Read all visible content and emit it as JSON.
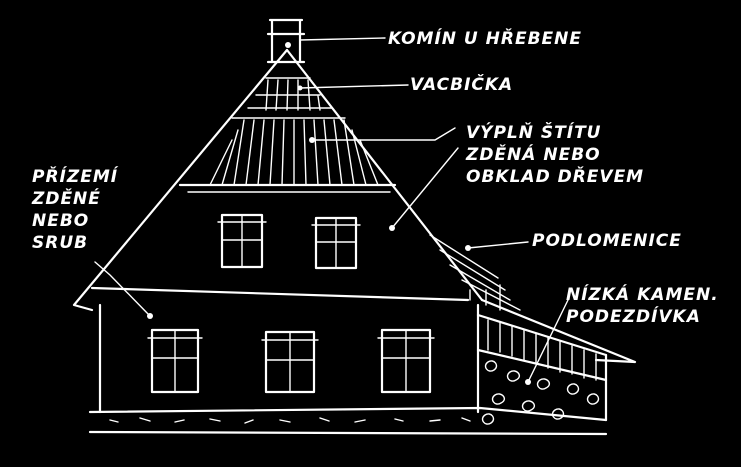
{
  "labels": {
    "chimney": "KOMÍN U HŘEBENE",
    "vent": "VACBIČKA",
    "gable_fill": [
      "VÝPLŇ ŠTÍTU",
      "ZDĚNÁ NEBO",
      "OBKLAD DŘEVEM"
    ],
    "ground_floor": [
      "PŘÍZEMÍ",
      "ZDĚNÉ",
      "NEBO",
      "SRUB"
    ],
    "sub_roof": "PODLOMENICE",
    "plinth": [
      "NÍZKÁ KAMEN.",
      "PODEZDÍVKA"
    ]
  },
  "colors": {
    "background": "#000000",
    "ink": "#ffffff"
  }
}
